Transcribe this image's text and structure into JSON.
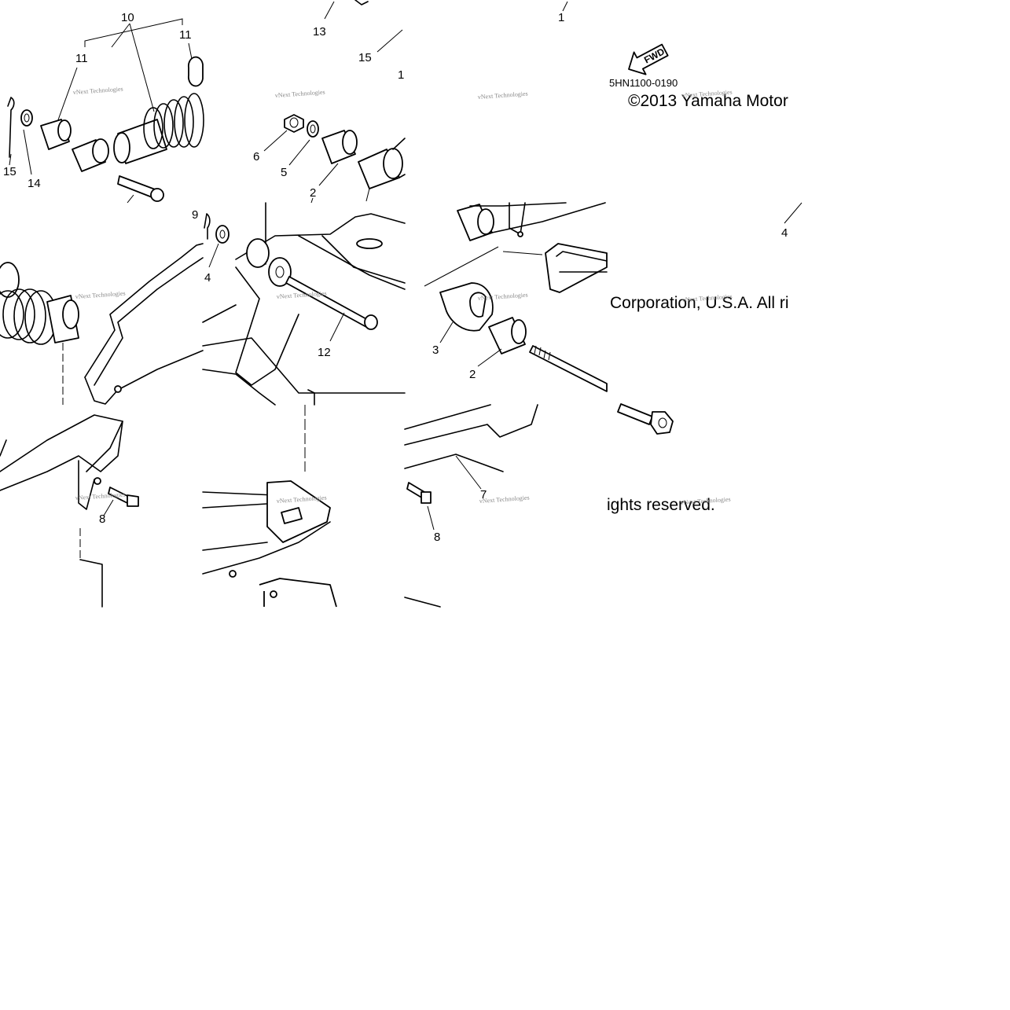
{
  "diagram": {
    "code": "5HN1100-0190",
    "fwd_label": "FWD",
    "copyright_line1": "©2013 Yamaha Motor",
    "copyright_line2": "Corporation, U.S.A. All ri",
    "copyright_line3": "ights reserved.",
    "watermark": "vNext Technologies",
    "callouts": [
      "10",
      "11",
      "11",
      "13",
      "1",
      "15",
      "1",
      "6",
      "5",
      "2",
      "15",
      "14",
      "4",
      "9",
      "4",
      "12",
      "3",
      "2",
      "8",
      "7",
      "8"
    ]
  }
}
